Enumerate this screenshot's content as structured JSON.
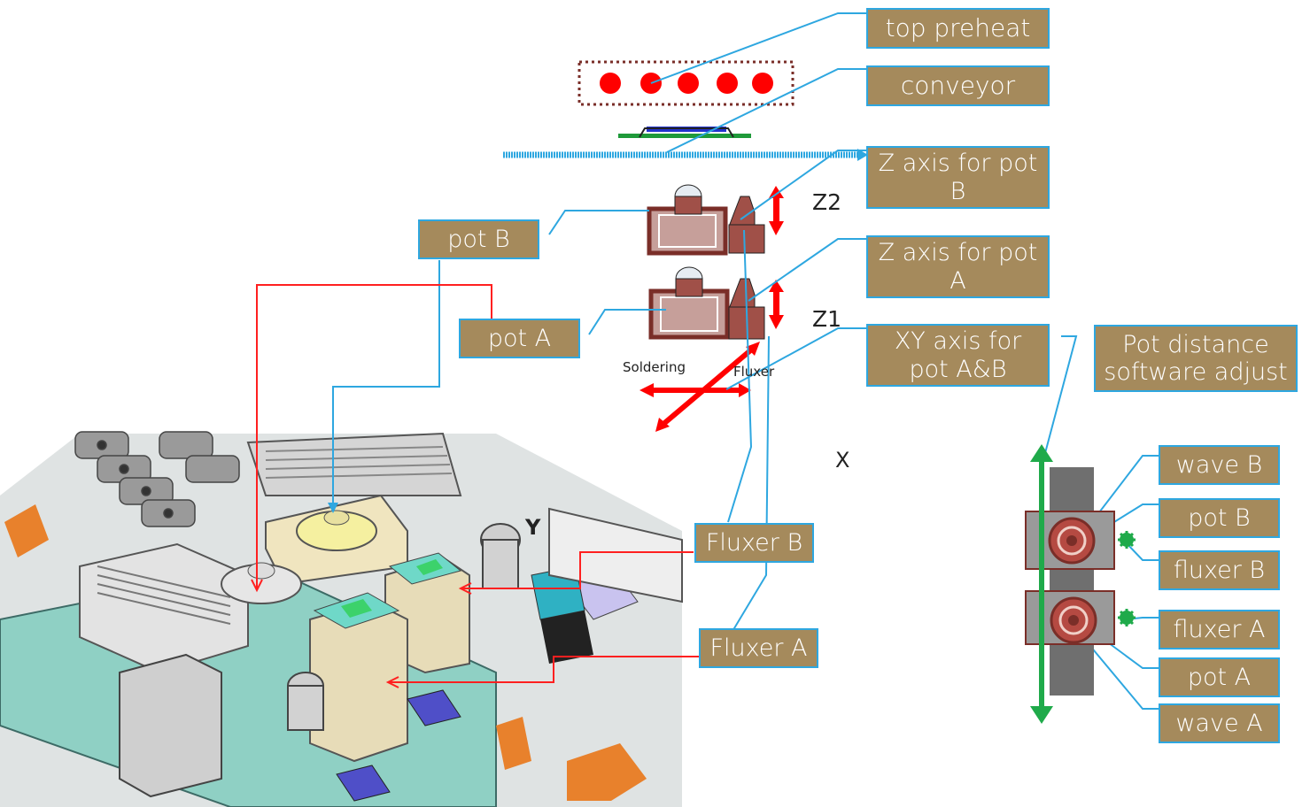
{
  "labels": {
    "top_preheat": "top preheat",
    "conveyor": "conveyor",
    "z_axis_pot_b": "Z axis for pot B",
    "z_axis_pot_a": "Z axis for pot A",
    "xy_axis": "XY axis for pot A&B",
    "pot_distance": "Pot distance software adjust",
    "pot_b_left": "pot B",
    "pot_a_left": "pot A",
    "fluxer_b": "Fluxer B",
    "fluxer_a": "Fluxer A",
    "wave_b": "wave B",
    "pot_b_right": "pot B",
    "fluxer_b_right": "fluxer B",
    "fluxer_a_right": "fluxer A",
    "pot_a_right": "pot A",
    "wave_a": "wave A"
  },
  "annotations": {
    "z2": "Z2",
    "z1": "Z1",
    "soldering": "Soldering",
    "fluxer": "Fluxer",
    "x_axis": "X",
    "y_axis": "Y"
  },
  "colors": {
    "label_fill": "#a58a5c",
    "label_border": "#2ea7e0",
    "leader_line": "#2ea7e0",
    "red_arrow": "#ff0000",
    "green_arrow": "#1faa4a",
    "pot_body": "#7a2e28"
  }
}
